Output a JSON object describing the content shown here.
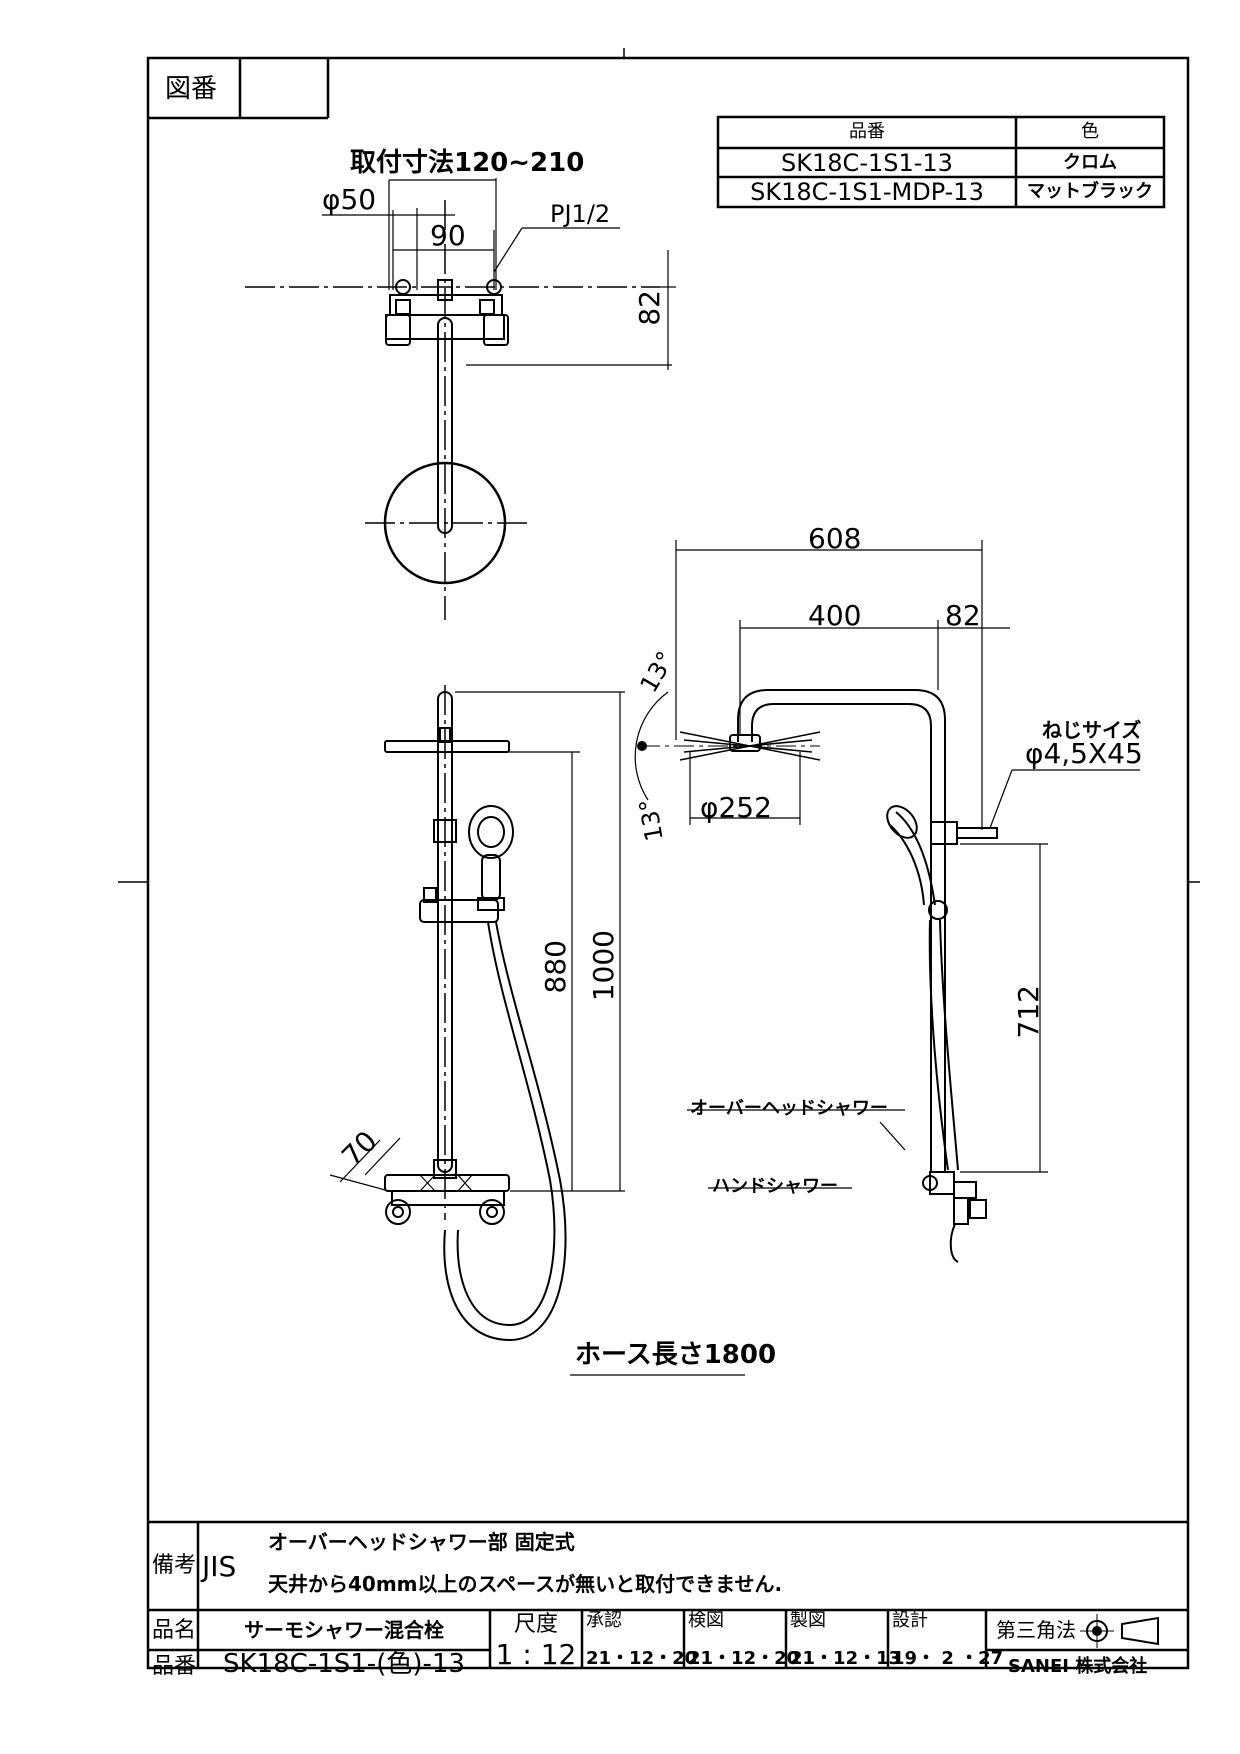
{
  "header": {
    "zuban_label": "図番",
    "zuban_value": ""
  },
  "variant_table": {
    "col_part": "品番",
    "col_color": "色",
    "rows": [
      {
        "part": "SK18C-1S1-13",
        "color": "クロム"
      },
      {
        "part": "SK18C-1S1-MDP-13",
        "color": "マットブラック"
      }
    ]
  },
  "dims": {
    "mount_range": "取付寸法120~210",
    "phi50": "φ50",
    "pj": "PJ1/2",
    "d90": "90",
    "d82_top": "82",
    "d608": "608",
    "d400": "400",
    "d82_side": "82",
    "angle_upper": "13°",
    "angle_lower": "13°",
    "phi252": "φ252",
    "screw_label": "ねじサイズ",
    "screw_value": "φ4,5X45",
    "d880": "880",
    "d1000": "1000",
    "d70": "70",
    "d712": "712",
    "overhead": "オーバーヘッドシャワー",
    "hand": "ハンドシャワー",
    "hose": "ホース長さ1800"
  },
  "footer": {
    "bikou_label": "備考",
    "bikou_jis": "JIS",
    "note1": "オーバーヘッドシャワー部  固定式",
    "note2": "天井から40mm以上のスペースが無いと取付できません.",
    "hinmei_label": "品名",
    "hinmei_value": "サーモシャワー混合栓",
    "hinban_label": "品番",
    "hinban_value": "SK18C-1S1-(色)-13",
    "scale_label": "尺度",
    "scale_value": "1 : 12",
    "approve_label": "承認",
    "approve_date": "21・12・20",
    "check_label": "検図",
    "check_date": "21・12・20",
    "draw_label": "製図",
    "draw_date": "21・12・13",
    "design_label": "設計",
    "design_date": "19・ 2 ・27",
    "projection": "第三角法",
    "company": "SANEI 株式会社"
  }
}
